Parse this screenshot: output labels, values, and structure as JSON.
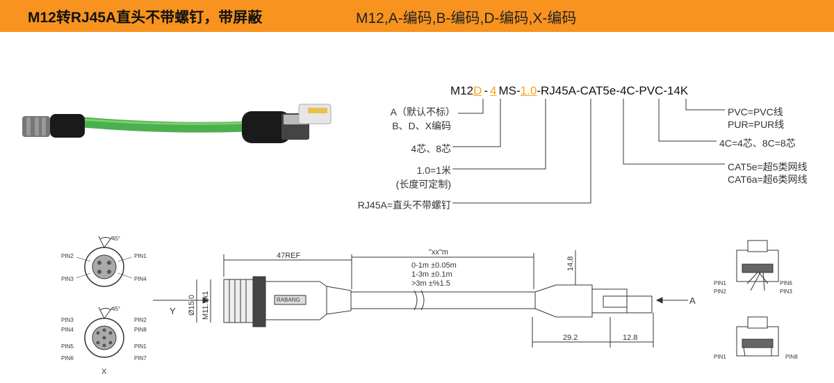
{
  "header": {
    "title": "M12转RJ45A直头不带螺钉，带屏蔽",
    "subtitle": "M12,A-编码,B-编码,D-编码,X-编码",
    "accent_color": "#f7931e"
  },
  "part_code": {
    "prefix": "M12",
    "coding": "D",
    "sep1": "-",
    "cores": "4",
    "ms": "MS-",
    "length": "1.0",
    "rest": "-RJ45A-CAT5e-4C-PVC-14K",
    "highlight_color": "#f7a21b"
  },
  "left_labels": {
    "coding_line1": "A（默认不标）",
    "coding_line2": "B、D、X编码",
    "cores": "4芯、8芯",
    "length_line1": "1.0=1米",
    "length_line2": "(长度可定制)",
    "rj45": "RJ45A=直头不带螺钉"
  },
  "right_labels": {
    "jacket_line1": "PVC=PVC线",
    "jacket_line2": "PUR=PUR线",
    "cores_line": "4C=4芯、8C=8芯",
    "cat_line1": "CAT5e=超5类网线",
    "cat_line2": "CAT6a=超6类网线"
  },
  "drawing": {
    "dim_47ref": "47REF",
    "dim_length": "\"xx\"m",
    "tol_row1": "0-1m    ±0.05m",
    "tol_row2": "1-3m    ±0.1m",
    "tol_row3": ">3m    ±%1.5",
    "dim_dia15": "Ø15.0",
    "dim_m119": "M11.9x1",
    "dim_148": "14.8",
    "dim_292": "29.2",
    "dim_128": "12.8",
    "view_y": "Y",
    "view_a": "A",
    "view_x": "X",
    "angle": "45°",
    "brand": "RABANG"
  },
  "pins_4": {
    "pin1": "PIN1",
    "pin2": "PIN2",
    "pin3": "PIN3",
    "pin4": "PIN4"
  },
  "pins_8": {
    "pin1": "PIN1",
    "pin2": "PIN2",
    "pin3": "PIN3",
    "pin4": "PIN4",
    "pin5": "PIN5",
    "pin6": "PIN6",
    "pin7": "PIN7",
    "pin8": "PIN8"
  },
  "rj45_top": {
    "pin1": "PIN1",
    "pin2": "PIN2",
    "pin3": "PIN3",
    "pin6": "PIN6"
  },
  "rj45_bottom": {
    "pin1": "PIN1",
    "pin8": "PIN8"
  }
}
